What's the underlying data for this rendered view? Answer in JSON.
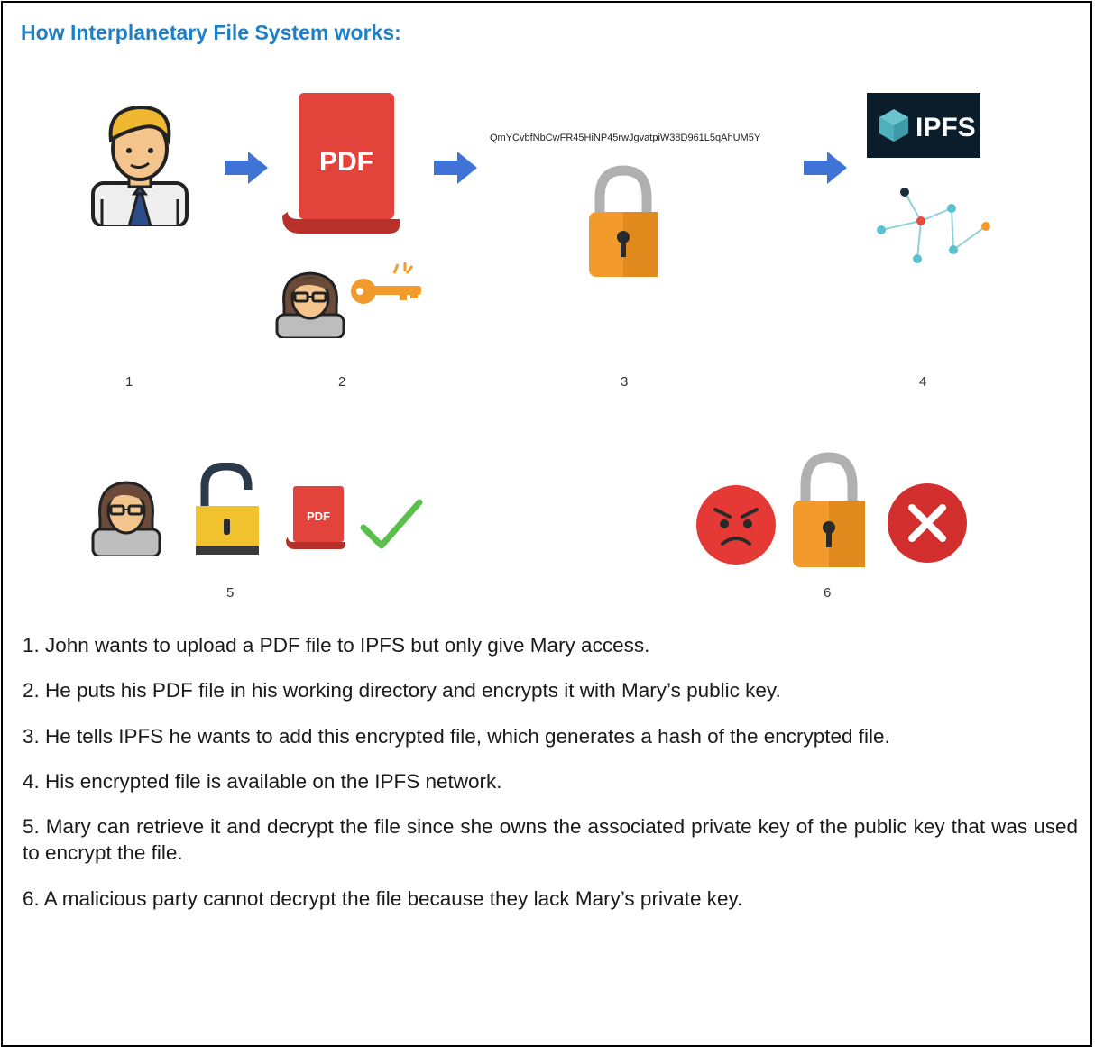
{
  "title": "How Interplanetary File System works:",
  "hash_text": "QmYCvbfNbCwFR45HiNP45rwJgvatpiW38D961L5qAhUM5Y",
  "pdf_label": "PDF",
  "ipfs_label": "IPFS",
  "step_numbers": [
    "1",
    "2",
    "3",
    "4",
    "5",
    "6"
  ],
  "steps": [
    "1. John wants to upload a PDF file to IPFS but only give Mary access.",
    "2. He puts his PDF file in his working directory and encrypts it with Mary’s public key.",
    "3. He tells IPFS he wants to add this encrypted file, which generates a hash of the encrypted file.",
    "4. His encrypted file is available on the IPFS network.",
    "5. Mary can retrieve it and decrypt the file since she owns the associated private key of the public key that was used to encrypt the file.",
    "6. A malicious party cannot decrypt the file because they lack Mary’s private key."
  ],
  "colors": {
    "title": "#1f7fc4",
    "arrow": "#3f73d6",
    "pdf": "#e2443c",
    "lock": "#f39a2c",
    "angry": "#e53935",
    "x_badge": "#d32f2f",
    "check": "#5bbf4e",
    "ipfs_bg": "#0b1d2b"
  }
}
